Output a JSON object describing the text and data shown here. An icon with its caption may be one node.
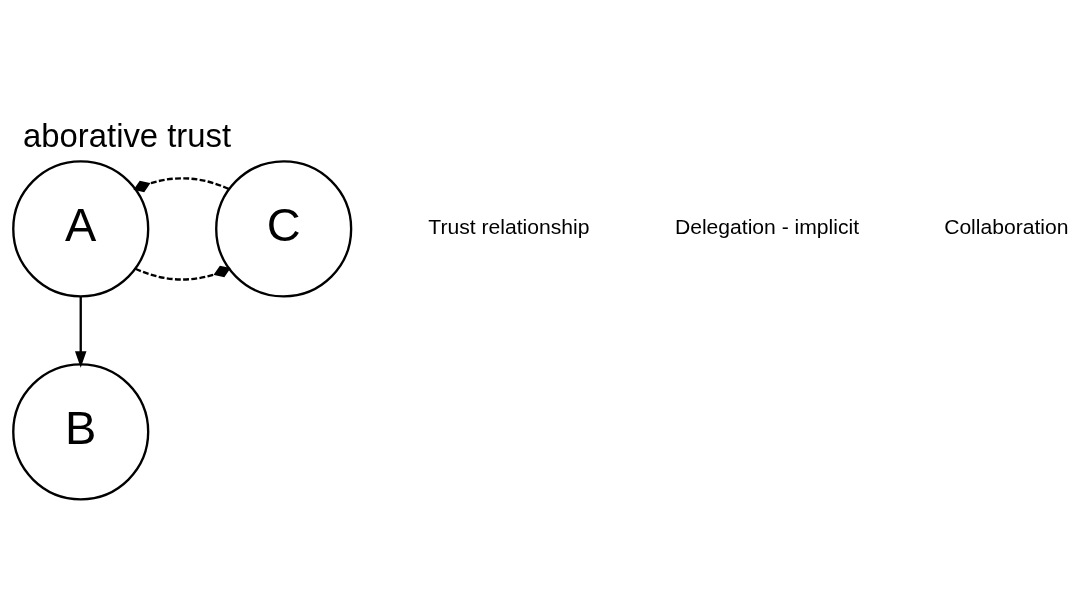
{
  "diagram": {
    "title": "aborative trust",
    "nodes": [
      {
        "text": [
          "A"
        ]
      },
      {
        "text": [
          "C"
        ]
      },
      {
        "text": [
          "B"
        ]
      }
    ],
    "edges": [
      {
        "from": 0,
        "to": 1,
        "arrow": "other",
        "style": "dashed"
      },
      {
        "from": 1,
        "to": 0,
        "arrow": "other",
        "style": "dashed"
      },
      {
        "from": 0,
        "to": 2,
        "arrow": "to"
      }
    ],
    "legend": [
      {
        "text": "Trust relationship"
      },
      {
        "text": "Delegation - implicit"
      },
      {
        "text": "Collaboration"
      }
    ]
  }
}
